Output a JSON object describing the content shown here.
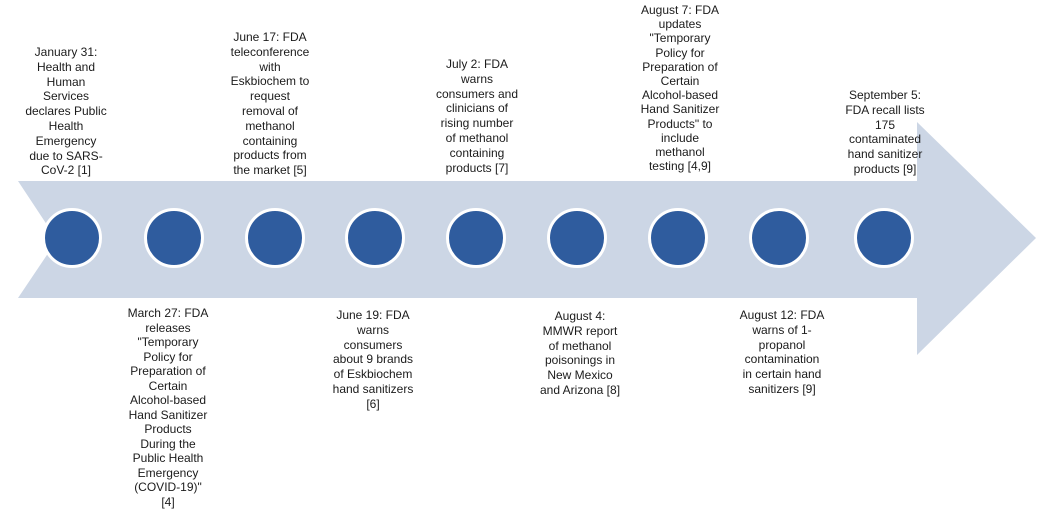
{
  "timeline": {
    "type": "horizontal-arrow-timeline",
    "direction": "left-to-right",
    "node_count": 9,
    "colors": {
      "arrow": "#CCD6E5",
      "node_fill": "#2F5C9E",
      "node_border": "#FFFFFF",
      "text": "#1B1B1B",
      "background": "#FFFFFF"
    },
    "events": [
      {
        "id": "january-31",
        "side": "top",
        "text": "January 31:\nHealth and\nHuman\nServices\ndeclares Public\nHealth\nEmergency\ndue to SARS-\nCoV-2 [1]"
      },
      {
        "id": "march-27",
        "side": "bottom",
        "text": "March 27: FDA\nreleases\n\"Temporary\nPolicy for\nPreparation of\nCertain\nAlcohol-based\nHand Sanitizer\nProducts\nDuring the\nPublic Health\nEmergency\n(COVID-19)\"\n[4]"
      },
      {
        "id": "june-17",
        "side": "top",
        "text": "June 17: FDA\nteleconference\nwith\nEskbiochem to\nrequest\nremoval of\nmethanol\ncontaining\nproducts from\nthe market [5]"
      },
      {
        "id": "june-19",
        "side": "bottom",
        "text": "June 19: FDA\nwarns\nconsumers\nabout 9 brands\nof Eskbiochem\nhand sanitizers\n[6]"
      },
      {
        "id": "july-2",
        "side": "top",
        "text": "July 2: FDA\nwarns\nconsumers and\nclinicians of\nrising number\nof methanol\ncontaining\nproducts [7]"
      },
      {
        "id": "august-4",
        "side": "bottom",
        "text": "August 4:\nMMWR report\nof methanol\npoisonings in\nNew Mexico\nand Arizona [8]"
      },
      {
        "id": "august-7",
        "side": "top",
        "text": "August 7: FDA\nupdates\n\"Temporary\nPolicy for\nPreparation of\nCertain\nAlcohol-based\nHand Sanitizer\nProducts\" to\ninclude\nmethanol\ntesting [4,9]"
      },
      {
        "id": "august-12",
        "side": "bottom",
        "text": "August 12: FDA\nwarns of 1-\npropanol\ncontamination\nin certain hand\nsanitizers [9]"
      },
      {
        "id": "september-5",
        "side": "top",
        "text": "September 5:\nFDA recall lists\n175\ncontaminated\nhand sanitizer\nproducts [9]"
      }
    ]
  }
}
